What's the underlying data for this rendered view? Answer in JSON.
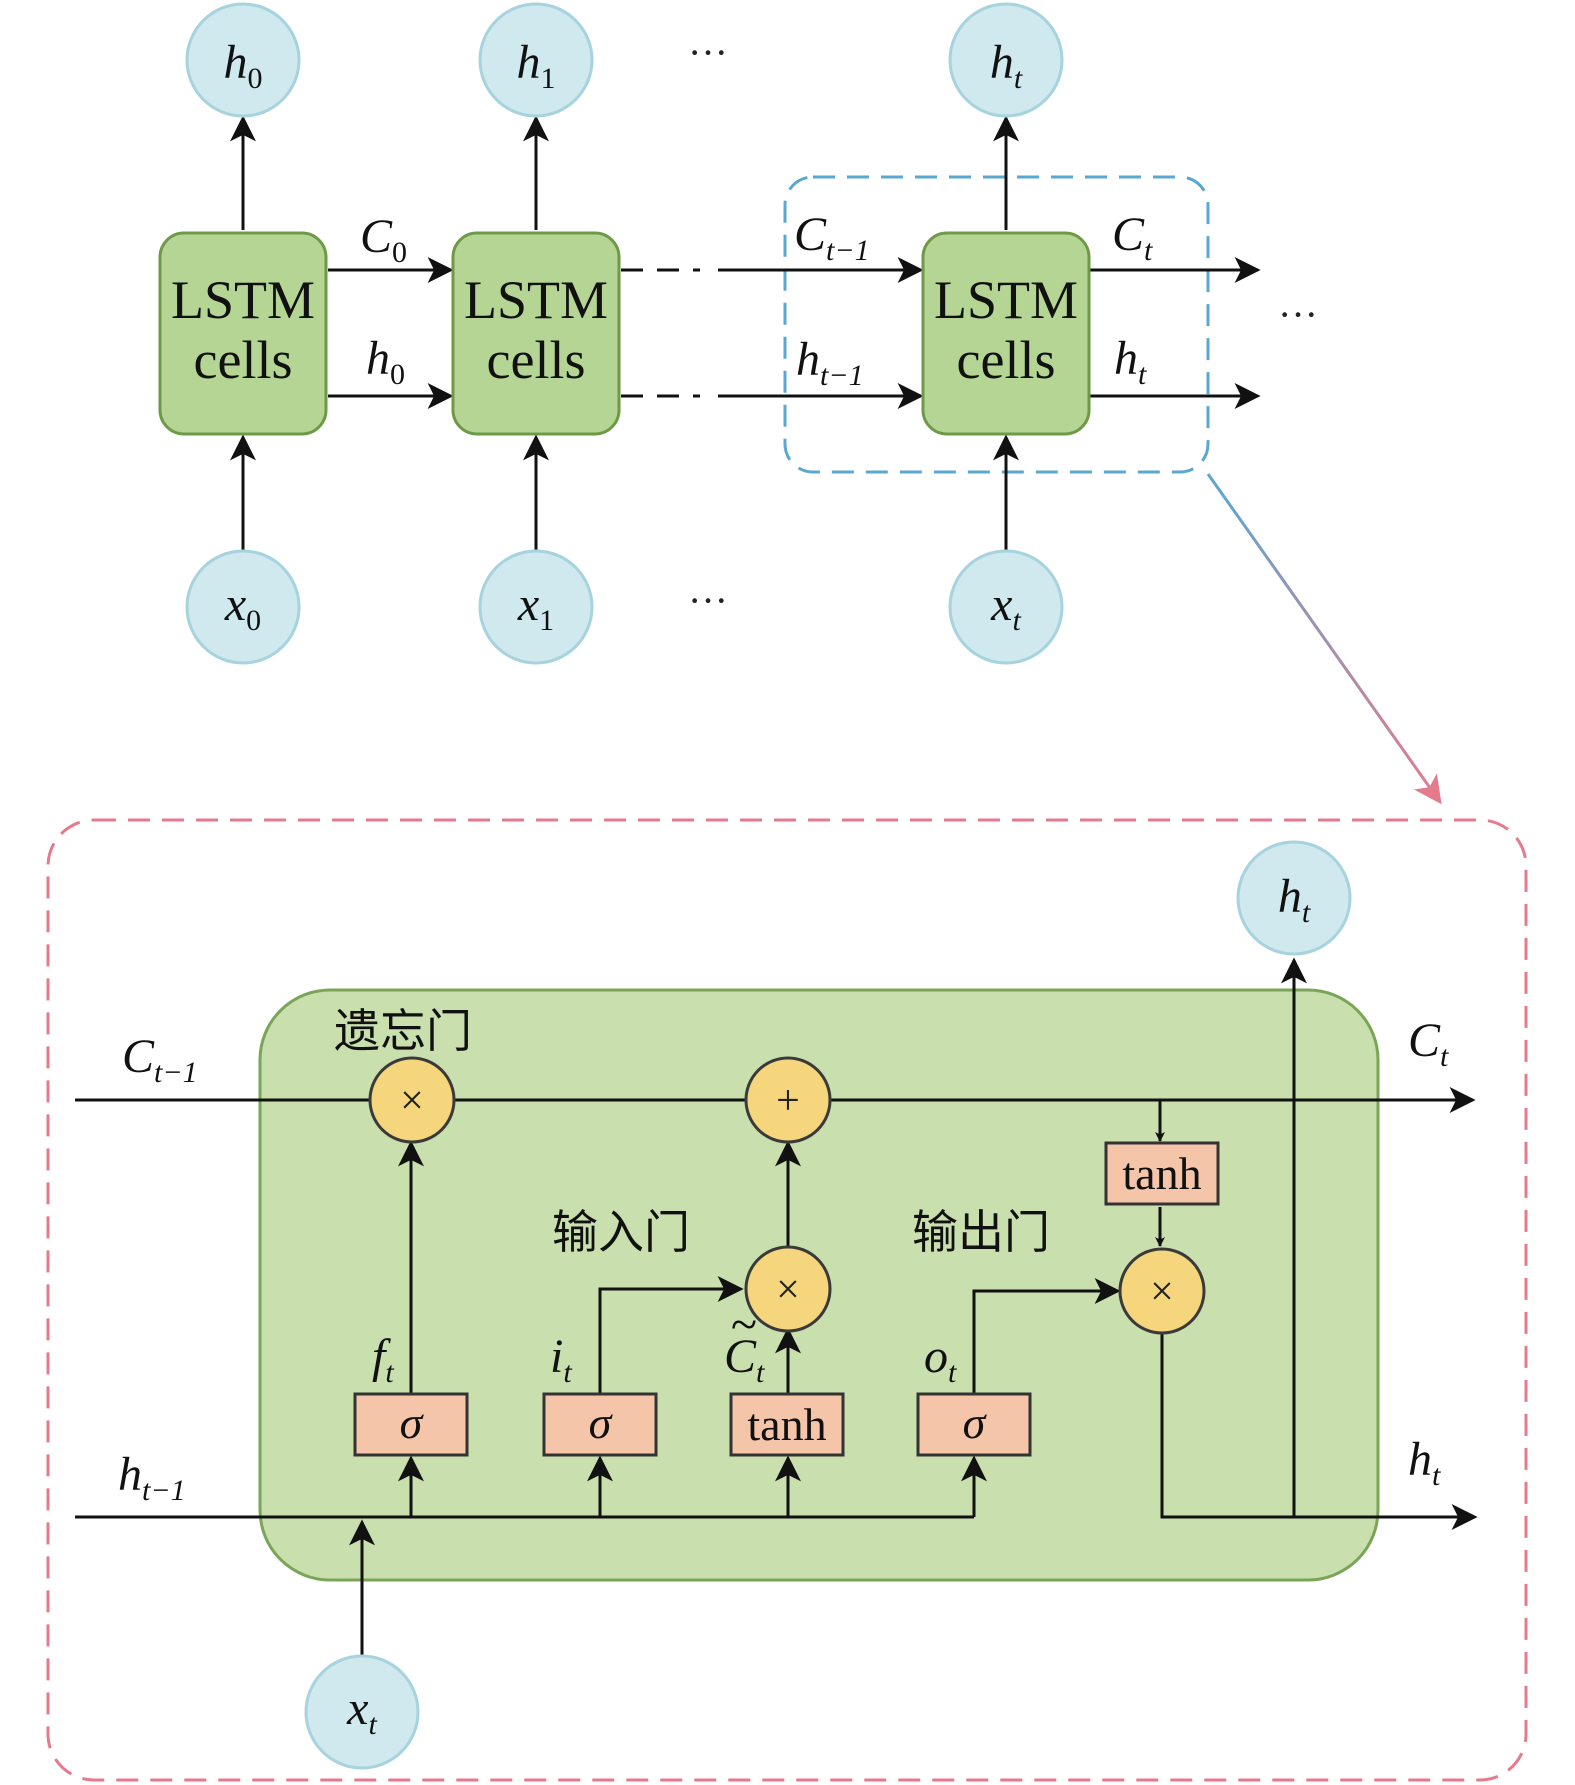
{
  "top": {
    "outputs": [
      {
        "base": "h",
        "sub": "0"
      },
      {
        "base": "h",
        "sub": "1"
      },
      {
        "base": "h",
        "sub": "t"
      }
    ],
    "inputs": [
      {
        "base": "x",
        "sub": "0"
      },
      {
        "base": "x",
        "sub": "1"
      },
      {
        "base": "x",
        "sub": "t"
      }
    ],
    "cells": [
      {
        "line1": "LSTM",
        "line2": "cells"
      },
      {
        "line1": "LSTM",
        "line2": "cells"
      },
      {
        "line1": "LSTM",
        "line2": "cells"
      }
    ],
    "edge_labels": {
      "c0": {
        "base": "C",
        "sub": "0"
      },
      "h0": {
        "base": "h",
        "sub": "0"
      },
      "c_prev": {
        "base": "C",
        "sub": "t−1"
      },
      "h_prev": {
        "base": "h",
        "sub": "t−1"
      },
      "c_t": {
        "base": "C",
        "sub": "t"
      },
      "h_t": {
        "base": "h",
        "sub": "t"
      }
    },
    "ellipsis": "···"
  },
  "detail": {
    "gates": {
      "forget": "遗忘门",
      "input": "输入门",
      "output": "输出门"
    },
    "ops": {
      "multiply": "×",
      "add": "+"
    },
    "boxes": {
      "sigma": "σ",
      "tanh": "tanh"
    },
    "labels": {
      "c_prev": {
        "base": "C",
        "sub": "t−1"
      },
      "h_prev": {
        "base": "h",
        "sub": "t−1"
      },
      "c_out": {
        "base": "C",
        "sub": "t"
      },
      "h_out": {
        "base": "h",
        "sub": "t"
      },
      "h_top": {
        "base": "h",
        "sub": "t"
      },
      "x_in": {
        "base": "x",
        "sub": "t"
      },
      "f": {
        "base": "f",
        "sub": "t"
      },
      "i": {
        "base": "i",
        "sub": "t"
      },
      "c_tilde": {
        "base": "C",
        "sub": "t",
        "accent": "~"
      },
      "o": {
        "base": "o",
        "sub": "t"
      }
    }
  },
  "colors": {
    "node_fill": "#cfe9ef",
    "node_stroke": "#a6d3dd",
    "cell_fill": "#b4d593",
    "cell_stroke": "#6e9a48",
    "detail_fill": "#c9dfae",
    "detail_stroke": "#7aa556",
    "op_fill": "#f5d67c",
    "op_stroke": "#3a3a3a",
    "box_fill": "#f4c5a8",
    "box_stroke": "#333333",
    "blue_dash": "#5aa7d2",
    "pink_dash": "#e57a8c"
  }
}
